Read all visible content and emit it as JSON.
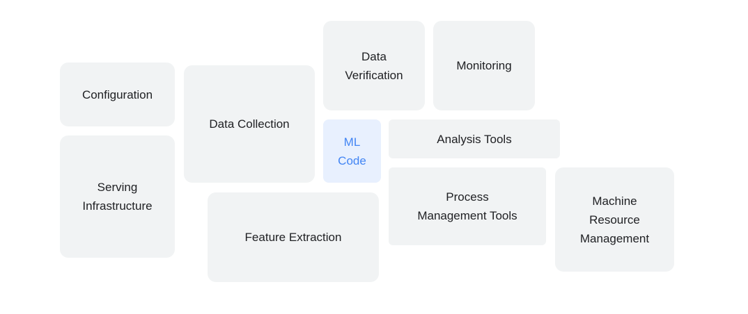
{
  "boxes": {
    "configuration": "Configuration",
    "serving_infrastructure": "Serving\nInfrastructure",
    "data_collection": "Data Collection",
    "feature_extraction": "Feature Extraction",
    "data_verification": "Data\nVerification",
    "monitoring": "Monitoring",
    "ml_code": "ML\nCode",
    "analysis_tools": "Analysis Tools",
    "process_management_tools": "Process\nManagement Tools",
    "machine_resource_management": "Machine\nResource\nManagement"
  },
  "colors": {
    "box_background": "#f1f3f4",
    "ml_code_background": "#e8f0fe",
    "ml_code_text": "#4285f4",
    "text": "#202124"
  }
}
